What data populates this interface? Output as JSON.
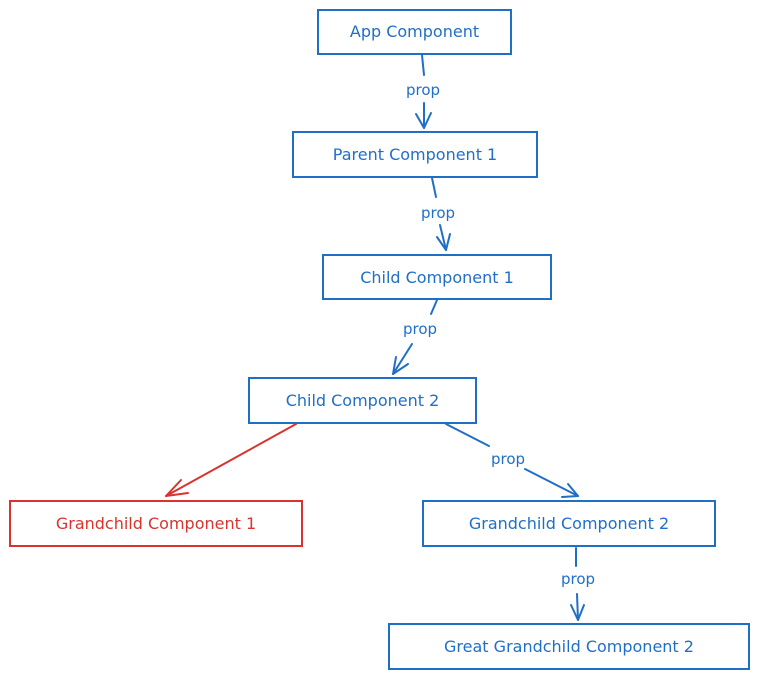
{
  "colors": {
    "blue": "#1f6fc6",
    "red": "#d9332e",
    "background": "#ffffff"
  },
  "nodes": {
    "app": {
      "label": "App Component",
      "color": "blue"
    },
    "parent1": {
      "label": "Parent Component 1",
      "color": "blue"
    },
    "child1": {
      "label": "Child Component 1",
      "color": "blue"
    },
    "child2": {
      "label": "Child Component 2",
      "color": "blue"
    },
    "grandchild1": {
      "label": "Grandchild Component 1",
      "color": "red"
    },
    "grandchild2": {
      "label": "Grandchild Component 2",
      "color": "blue"
    },
    "greatgrandchild2": {
      "label": "Great Grandchild Component 2",
      "color": "blue"
    }
  },
  "edges": {
    "app_parent1": {
      "from": "App Component",
      "to": "Parent Component 1",
      "label": "prop"
    },
    "parent1_child1": {
      "from": "Parent Component 1",
      "to": "Child Component 1",
      "label": "prop"
    },
    "child1_child2": {
      "from": "Child Component 1",
      "to": "Child Component 2",
      "label": "prop"
    },
    "child2_grandchild1": {
      "from": "Child Component 2",
      "to": "Grandchild Component 1",
      "label": ""
    },
    "child2_grandchild2": {
      "from": "Child Component 2",
      "to": "Grandchild Component 2",
      "label": "prop"
    },
    "grandchild2_greatgrandchild2": {
      "from": "Grandchild Component 2",
      "to": "Great Grandchild Component 2",
      "label": "prop"
    }
  }
}
